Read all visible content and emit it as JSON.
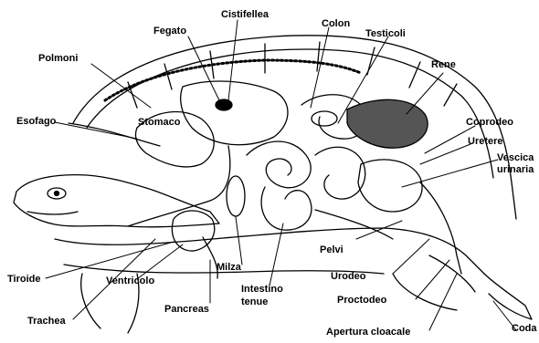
{
  "labels": {
    "cistifellea": "Cistifellea",
    "fegato": "Fegato",
    "colon": "Colon",
    "testicoli": "Testicoli",
    "polmoni": "Polmoni",
    "rene": "Rene",
    "stomaco": "Stomaco",
    "esofago": "Esofago",
    "coprodeo": "Coprodeo",
    "uretere": "Uretere",
    "vescica_line1": "Vescica",
    "vescica_line2": "urinaria",
    "pelvi": "Pelvi",
    "tiroide": "Tiroide",
    "ventricolo": "Ventricolo",
    "milza": "Milza",
    "intestino_line1": "Intestino",
    "intestino_line2": "tenue",
    "urodeo": "Urodeo",
    "proctodeo": "Proctodeo",
    "pancreas": "Pancreas",
    "trachea": "Trachea",
    "apertura_cloacale": "Apertura cloacale",
    "coda": "Coda"
  }
}
